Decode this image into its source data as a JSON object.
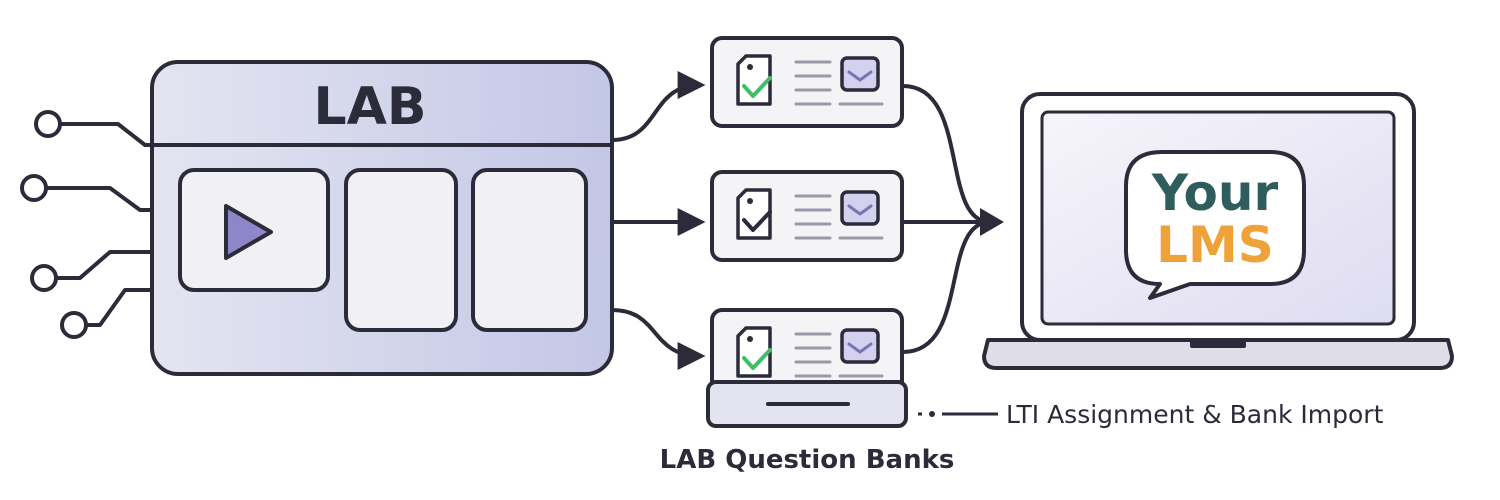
{
  "lab_panel": {
    "title": "LAB",
    "play_icon": "play-icon",
    "connector_count": 4
  },
  "question_banks": {
    "label": "LAB Question Banks",
    "cards": [
      {
        "doc_icon": "document-check-icon",
        "check_color": "#3fbf6a"
      },
      {
        "doc_icon": "document-check-icon",
        "check_color": "#2b2b3a"
      },
      {
        "doc_icon": "document-check-icon",
        "check_color": "#3fbf6a"
      }
    ]
  },
  "lms": {
    "line1": "Your",
    "line2": "LMS",
    "device_icon": "laptop-icon"
  },
  "callout": {
    "text": "LTI Assignment & Bank Import"
  },
  "colors": {
    "outline": "#2b2b3a",
    "panel_fill": "#d9daec",
    "panel_fill_right": "#c5c8e6",
    "card_fill": "#f4f4f7",
    "play_fill": "#8f86c9",
    "accent_thumb": "#d4d0ef",
    "lms_teal": "#2f5d5e",
    "lms_orange": "#f0a23a",
    "screen_fill": "#ecebf7"
  }
}
